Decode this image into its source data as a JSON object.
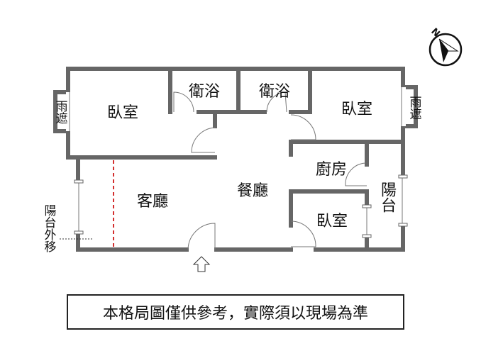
{
  "rooms": {
    "bedroom_top_left": "臥室",
    "bath_1": "衛浴",
    "bath_2": "衛浴",
    "bedroom_top_right": "臥室",
    "canopy_left": "雨遮",
    "canopy_right": "雨遮",
    "kitchen": "廚房",
    "balcony": "陽台",
    "bedroom_small": "臥室",
    "living_room": "客廳",
    "dining_room": "餐廳",
    "balcony_moved": "陽台外移"
  },
  "compass": {
    "label": "N"
  },
  "note": "本格局圖僅供參考，實際須以現場為準",
  "colors": {
    "wall": "#666666",
    "dashed_line": "#d32f2f"
  }
}
